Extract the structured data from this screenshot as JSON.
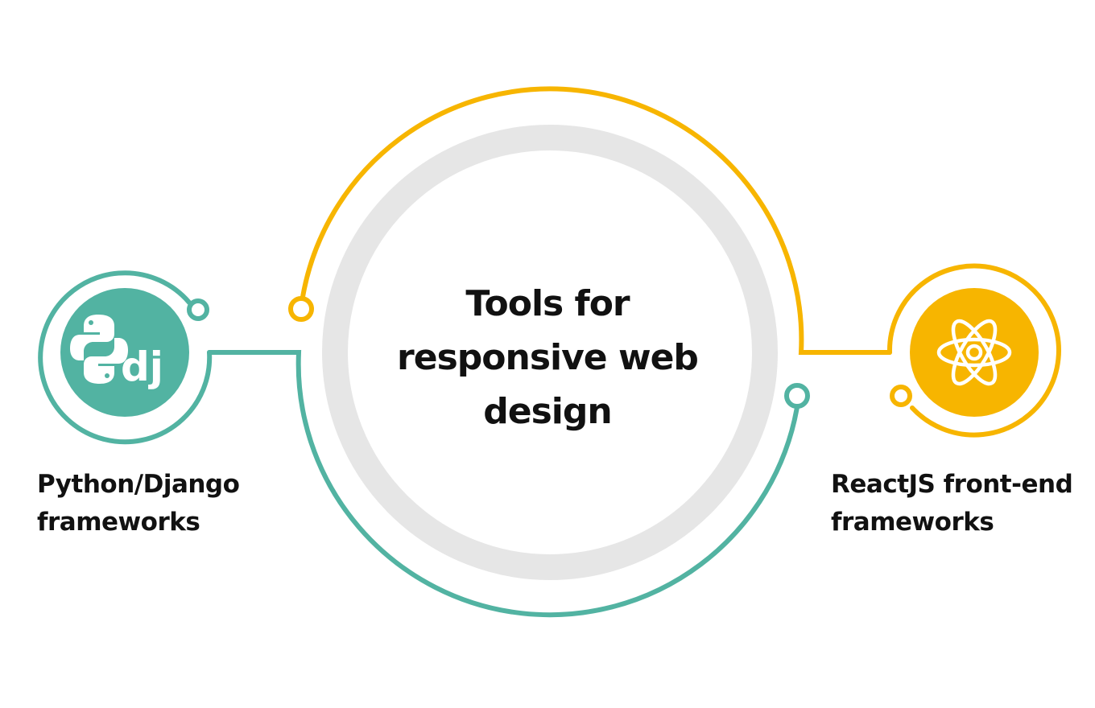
{
  "colors": {
    "teal": "#52B3A2",
    "gold": "#F7B500",
    "ring_gray": "#E6E6E6",
    "text": "#111111",
    "background": "#FFFFFF"
  },
  "center": {
    "title_lines": [
      "Tools for",
      "responsive web",
      "design"
    ]
  },
  "tools": [
    {
      "label_lines": [
        "Python/Django",
        "frameworks"
      ],
      "icon": "python-django-icon",
      "color": "#52B3A2"
    },
    {
      "label_lines": [
        "ReactJS front-end",
        "frameworks"
      ],
      "icon": "react-atom-icon",
      "color": "#F7B500"
    }
  ]
}
